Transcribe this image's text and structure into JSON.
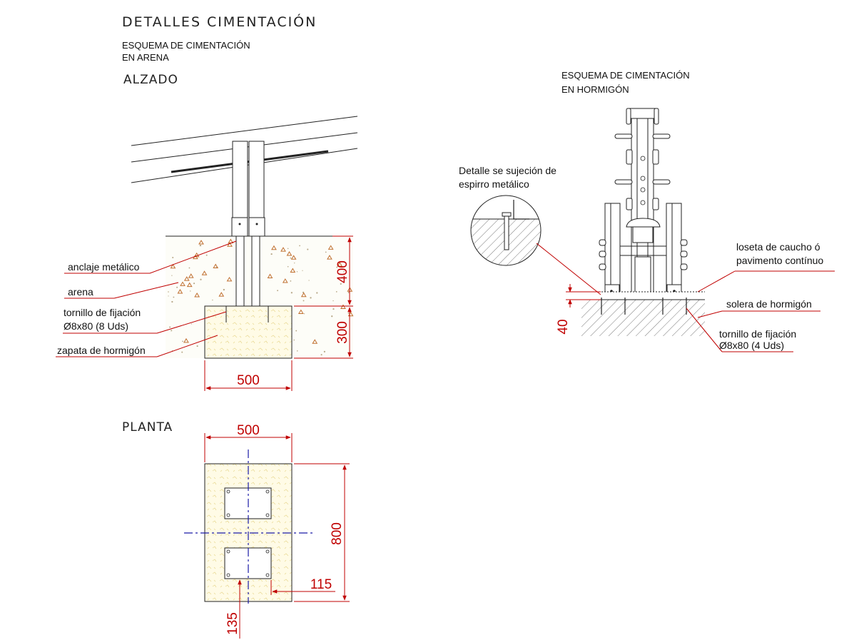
{
  "sheet": {
    "title": "DETALLES CIMENTACIÓN"
  },
  "sand_scheme": {
    "subtitle_line1": "ESQUEMA DE CIMENTACIÓN",
    "subtitle_line2": "EN ARENA",
    "elevation_label": "ALZADO",
    "plan_label": "PLANTA",
    "callouts": {
      "anchor": "anclaje metálico",
      "sand": "arena",
      "bolt_line1": "tornillo de fijación",
      "bolt_line2": "Ø8x80 (8 Uds)",
      "footing": "zapata de hormigón"
    },
    "dimensions": {
      "elevation_width": "500",
      "depth_sand": "400",
      "depth_footing": "300",
      "plan_width": "500",
      "plan_length": "800",
      "plan_offset_x": "115",
      "plan_offset_y": "135"
    }
  },
  "concrete_scheme": {
    "subtitle_line1": "ESQUEMA DE CIMENTACIÓN",
    "subtitle_line2": "EN HORMIGÓN",
    "detail_line1": "Detalle se sujeción de",
    "detail_line2": "espirro metálico",
    "callouts": {
      "tile_line1": "loseta de caucho ó",
      "tile_line2": "pavimento contínuo",
      "slab": "solera de hormigón",
      "bolt_line1": "tornillo de fijación",
      "bolt_line2": "Ø8x80 (4 Uds)"
    },
    "dimensions": {
      "slab_depth": "40"
    }
  },
  "colors": {
    "dimension": "#c00000",
    "axis": "#1a1aa6",
    "sand_speck": "#c07030",
    "concrete_fill": "#fffbe0"
  }
}
